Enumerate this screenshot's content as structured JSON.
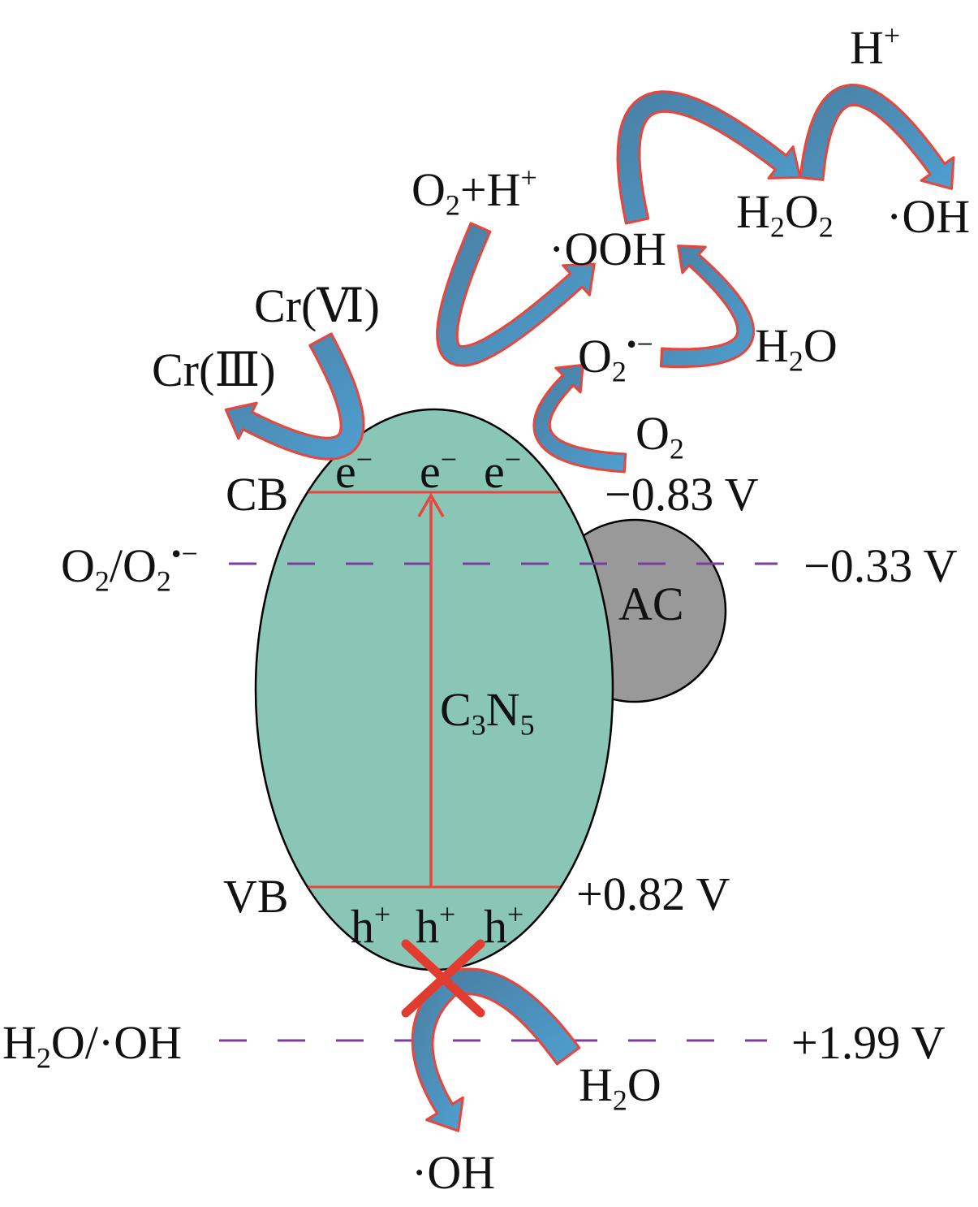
{
  "colors": {
    "semiconductor_fill": "#8ac6b6",
    "ac_fill": "#999999",
    "band_line": "#e8453c",
    "arrow_fill": "#4e9fd0",
    "arrow_dark": "#4a7fa3",
    "arrow_outline": "#e8453c",
    "potential_line": "#7a3f9e",
    "blocked_mark": "#e23b30"
  },
  "semiconductor": {
    "main": "C",
    "sub1": "3",
    "mid": "N",
    "sub2": "5"
  },
  "cocatalyst": {
    "label": "AC"
  },
  "bands": {
    "cb": {
      "label": "CB",
      "potential": "−0.83 V"
    },
    "vb": {
      "label": "VB",
      "potential": "+0.82 V"
    }
  },
  "carriers": {
    "electron_base": "e",
    "electron_sign": "−",
    "hole_base": "h",
    "hole_sign": "+"
  },
  "reference_levels": {
    "o2_superoxide": {
      "potential": "−0.33 V"
    },
    "water_hydroxyl": {
      "potential": "+1.99 V"
    }
  },
  "species": {
    "cr6": "Cr(Ⅵ)",
    "cr3": "Cr(Ⅲ)",
    "o2_h_plus": {
      "a": "O",
      "a_sub": "2",
      "b": "+H",
      "b_sup": "+"
    },
    "ooh": "·OOH",
    "o2": {
      "base": "O",
      "sub": "2"
    },
    "superoxide": {
      "base": "O",
      "sub": "2",
      "rad": "•−"
    },
    "h2o_top": {
      "a": "H",
      "a_sub": "2",
      "b": "O"
    },
    "h2o2": {
      "a": "H",
      "a_sub": "2",
      "b": "O",
      "b_sub": "2"
    },
    "oh_top": "·OH",
    "h_plus": {
      "base": "H",
      "sup": "+"
    },
    "ref_o2": {
      "a": "O",
      "a_sub": "2",
      "b": "/O",
      "b_sub": "2",
      "rad": "•−"
    },
    "ref_h2o": {
      "a": "H",
      "a_sub": "2",
      "b": "O/·OH"
    },
    "h2o_bottom": {
      "a": "H",
      "a_sub": "2",
      "b": "O"
    },
    "oh_bottom": "·OH"
  }
}
